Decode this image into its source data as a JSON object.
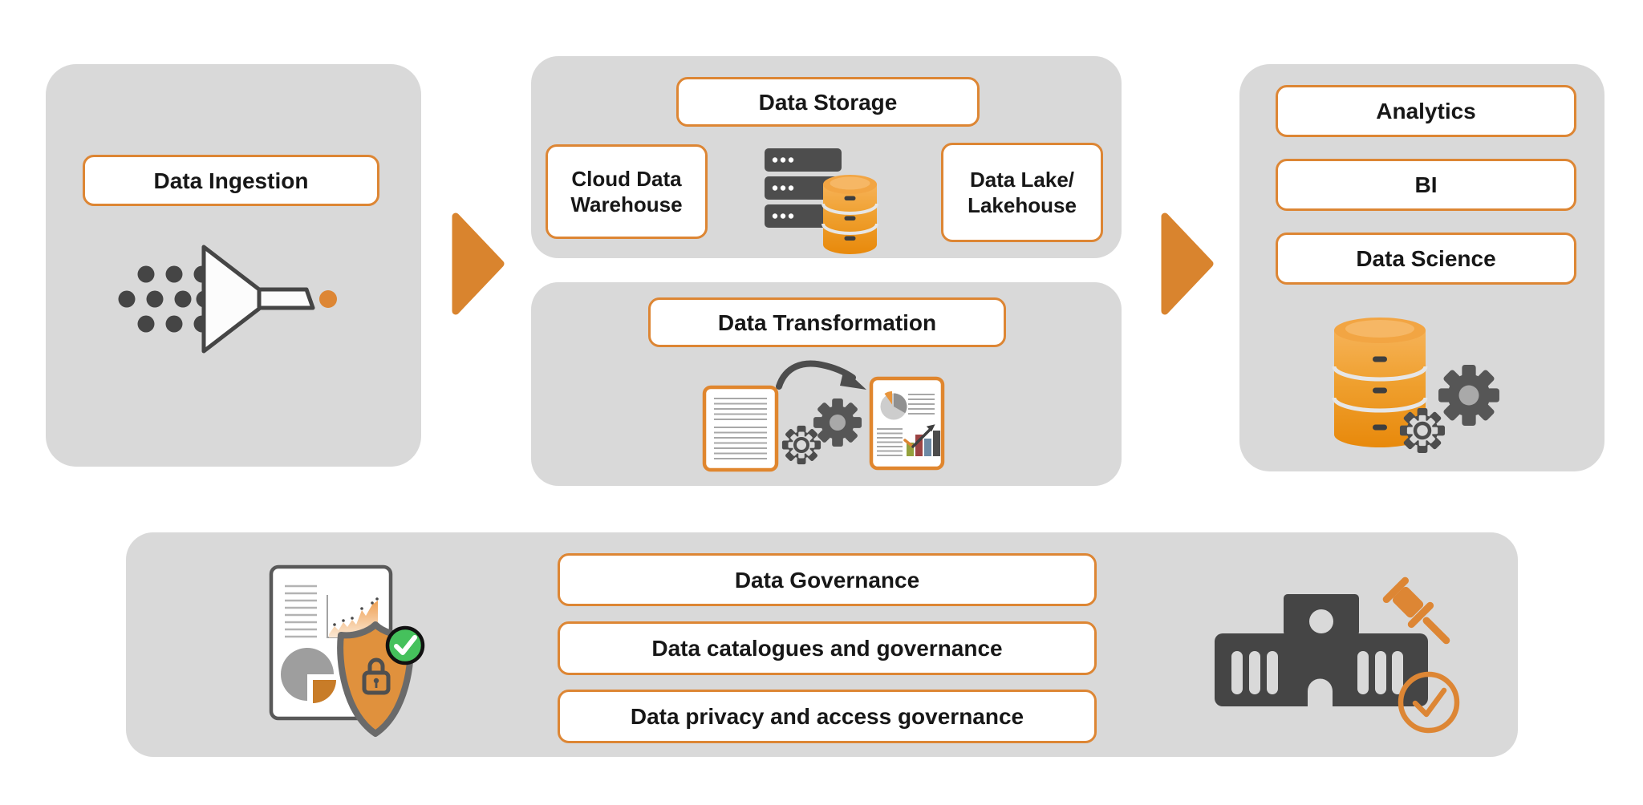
{
  "colors": {
    "accent_orange": "#dd8634",
    "arrow_orange": "#d9842e",
    "panel_bg": "#d9d9d9",
    "box_bg": "#ffffff",
    "icon_dark": "#454545",
    "database_orange": "#efa02f",
    "check_green": "#45c15c",
    "text_color": "#171717"
  },
  "flow": {
    "ingestion": {
      "label": "Data Ingestion"
    },
    "storage": {
      "title": "Data Storage",
      "warehouse_label": "Cloud Data\nWarehouse",
      "lake_label": "Data Lake/\nLakehouse"
    },
    "transformation": {
      "title": "Data Transformation"
    },
    "consumption": {
      "items": [
        "Analytics",
        "BI",
        "Data Science"
      ]
    },
    "governance": {
      "items": [
        "Data Governance",
        "Data catalogues and governance",
        "Data privacy and access governance"
      ]
    }
  }
}
